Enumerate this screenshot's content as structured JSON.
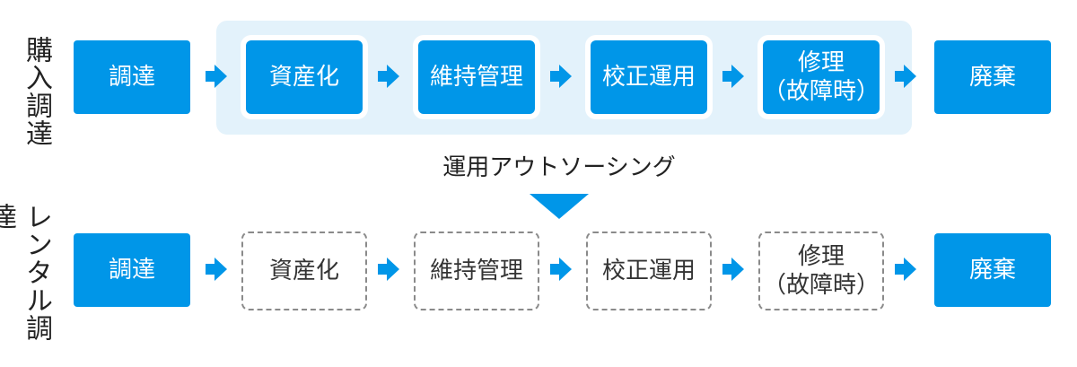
{
  "rows": {
    "purchase": {
      "label": "購入調達",
      "steps": [
        "調達",
        "資産化",
        "維持管理",
        "校正運用",
        "修理",
        "（故障時）",
        "廃棄"
      ]
    },
    "rental": {
      "label": "レンタル調達",
      "steps": [
        "調達",
        "資産化",
        "維持管理",
        "校正運用",
        "修理",
        "（故障時）",
        "廃棄"
      ]
    }
  },
  "transition": {
    "caption": "運用アウトソーシング"
  },
  "colors": {
    "box_blue": "#0096e8",
    "arrow_blue": "#0096e8",
    "band": "#e3f2fb",
    "dashed_border": "#8a8a8a"
  }
}
